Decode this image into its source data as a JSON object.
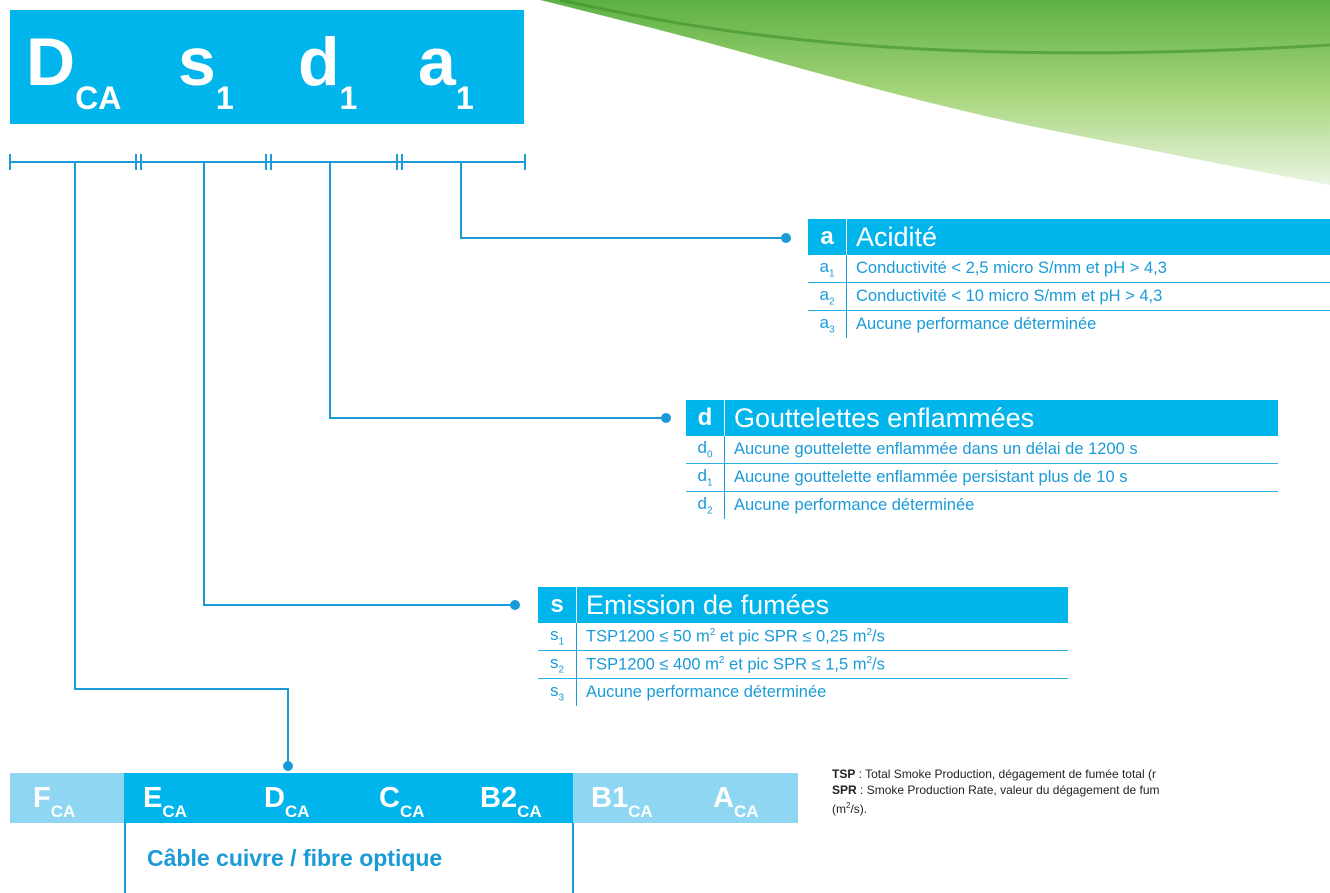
{
  "code": {
    "items": [
      {
        "main": "D",
        "sub": "CA"
      },
      {
        "main": "s",
        "sub": "1"
      },
      {
        "main": "d",
        "sub": "1"
      },
      {
        "main": "a",
        "sub": "1"
      }
    ]
  },
  "tables": {
    "acidity": {
      "letter": "a",
      "title": "Acidité",
      "rows": [
        {
          "code": "a",
          "sub": "1",
          "text": "Conductivité < 2,5 micro S/mm et pH > 4,3"
        },
        {
          "code": "a",
          "sub": "2",
          "text": "Conductivité < 10 micro S/mm et pH > 4,3"
        },
        {
          "code": "a",
          "sub": "3",
          "text": "Aucune performance déterminée"
        }
      ]
    },
    "droplets": {
      "letter": "d",
      "title": "Gouttelettes enflammées",
      "rows": [
        {
          "code": "d",
          "sub": "0",
          "text": "Aucune gouttelette enflammée dans un délai de 1200 s"
        },
        {
          "code": "d",
          "sub": "1",
          "text": "Aucune gouttelette enflammée persistant plus de 10 s"
        },
        {
          "code": "d",
          "sub": "2",
          "text": "Aucune performance déterminée"
        }
      ]
    },
    "smoke": {
      "letter": "s",
      "title": "Emission de fumées",
      "rows": [
        {
          "code": "s",
          "sub": "1",
          "text_a": "TSP1200 ≤ 50 m",
          "sup1": "2",
          "text_b": " et pic SPR ≤ 0,25 m",
          "sup2": "2",
          "text_c": "/s"
        },
        {
          "code": "s",
          "sub": "2",
          "text_a": "TSP1200 ≤ 400 m",
          "sup1": "2",
          "text_b": " et pic SPR ≤ 1,5 m",
          "sup2": "2",
          "text_c": "/s"
        },
        {
          "code": "s",
          "sub": "3",
          "text_a": "Aucune performance déterminée"
        }
      ]
    }
  },
  "classes": [
    {
      "main": "F",
      "sub": "CA",
      "highlighted": false
    },
    {
      "main": "E",
      "sub": "CA",
      "highlighted": true
    },
    {
      "main": "D",
      "sub": "CA",
      "highlighted": true
    },
    {
      "main": "C",
      "sub": "CA",
      "highlighted": true
    },
    {
      "main": "B2",
      "sub": "CA",
      "highlighted": true
    },
    {
      "main": "B1",
      "sub": "CA",
      "highlighted": false
    },
    {
      "main": "A",
      "sub": "CA",
      "highlighted": false
    }
  ],
  "cable_label": "Câble cuivre / fibre optique",
  "notes": {
    "tsp_term": "TSP",
    "tsp_text": " : Total Smoke Production, dégagement de fumée total (r",
    "spr_term": "SPR",
    "spr_text": " : Smoke Production Rate, valeur du dégagement de fum",
    "unit_open": "(m",
    "unit_sup": "2",
    "unit_close": "/s)."
  },
  "colors": {
    "primary": "#00b5ec",
    "light": "#8fd6f2",
    "text": "#1a9bd7",
    "green": "#6bbd3f"
  }
}
